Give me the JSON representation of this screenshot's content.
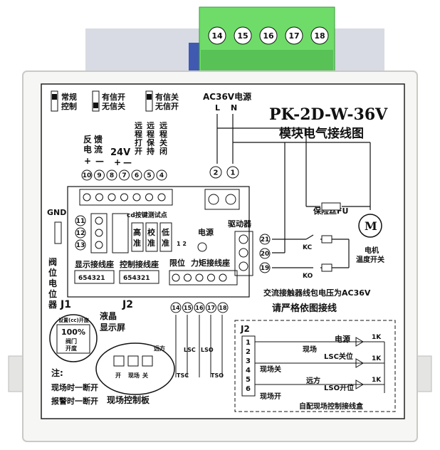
{
  "terminal_block_top": {
    "labels": [
      "14",
      "15",
      "16",
      "17",
      "18"
    ],
    "color": "#6fdc6a"
  },
  "header": {
    "title": "PK-2D-W-36V",
    "subtitle": "模块电气接线图",
    "power_label": "AC36V电源",
    "power_L": "L",
    "power_N": "N"
  },
  "legend": {
    "item1": [
      "常规",
      "控制"
    ],
    "item2": [
      "有信开",
      "无信关"
    ],
    "item3": [
      "有信关",
      "无信开"
    ]
  },
  "signal_terminals": {
    "labels": [
      "10",
      "9",
      "8",
      "7",
      "6",
      "5",
      "4"
    ],
    "texts": {
      "feedback": [
        "反",
        "馈",
        "电",
        "流"
      ],
      "plus": "+",
      "minus": "—",
      "v24": "24V",
      "remote_open": [
        "远",
        "程",
        "打",
        "开"
      ],
      "remote_hold": [
        "远",
        "程",
        "保",
        "持"
      ],
      "remote_close": [
        "远",
        "程",
        "关",
        "闭"
      ]
    }
  },
  "power_terminals": {
    "labels": [
      "2",
      "1"
    ]
  },
  "fuse_label": "保险丝FU",
  "motor": {
    "symbol": "M",
    "label": [
      "电机",
      "温度开关"
    ]
  },
  "contactor_box": {
    "label": "驱动器",
    "terminals": [
      "21",
      "20",
      "19"
    ]
  },
  "relay_labels": {
    "kc": "KC",
    "ko": "KO",
    "coil": "KO"
  },
  "potentiometer": {
    "terminals": [
      "11",
      "12",
      "13"
    ],
    "gnd": "GND",
    "label": [
      "阀",
      "位",
      "电",
      "位",
      "器"
    ]
  },
  "calibration": {
    "title": "cd按键测试点",
    "keys": [
      "高",
      "校",
      "低"
    ],
    "sub": [
      "准",
      "准",
      "准"
    ],
    "power": "电源",
    "dip": "1 2"
  },
  "sockets": {
    "display": "显示接线座",
    "display_pins": "654321",
    "control": "控制接线座",
    "control_pins": "654321",
    "limit": "限位",
    "torque": "力矩接线座"
  },
  "bottom_terminals": [
    "14",
    "15",
    "16",
    "17",
    "18"
  ],
  "contactor_note": "交流接触器线包电压为AC36V",
  "wiring_note": "请严格依图接线",
  "j_labels": {
    "j1": "J1",
    "j2": "J2",
    "lcd": "液晶",
    "screen": "显示屏"
  },
  "lcd_display": {
    "top": "设置(cc)开度",
    "percent": "100%",
    "lines": [
      "阀门",
      "开度"
    ]
  },
  "control_panel": {
    "label": "现场控制板",
    "btn1": "开",
    "btn2": "现场",
    "btn3": "关",
    "btn4": "远方"
  },
  "limit_labels": {
    "lsc": "LSC",
    "lso": "LSO",
    "tsc": "TSC",
    "tso": "TSO"
  },
  "notes": {
    "title": "注:",
    "line1": "现场时一断开",
    "line2": "报警时一断开"
  },
  "j2_box": {
    "title": "J2",
    "pins": [
      "1",
      "2",
      "3",
      "4",
      "5",
      "6"
    ],
    "power": "电源",
    "lsc": "LSC关位",
    "lso": "LSO开位",
    "resistor": "1K",
    "local": "现场",
    "remote": "远方",
    "local_switch": "现场关",
    "local_open": "现场开",
    "footer": "自配现场控制接线盒"
  }
}
